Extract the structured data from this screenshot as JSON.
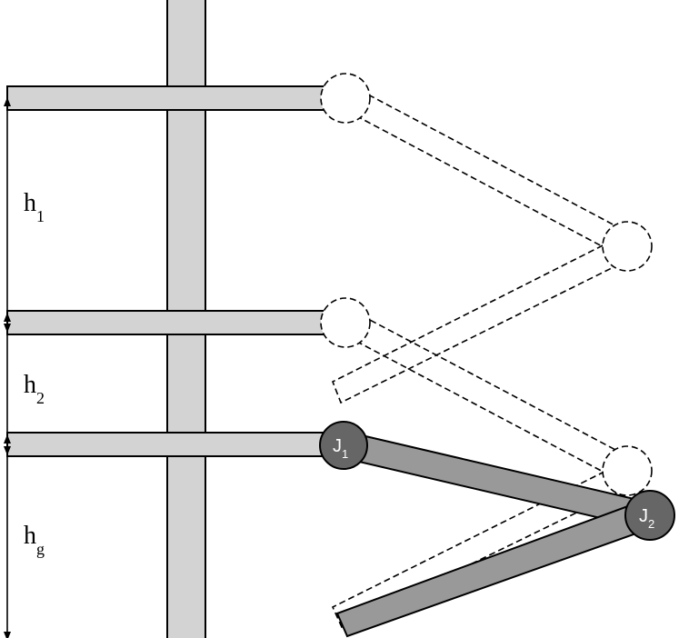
{
  "labels": {
    "h1": {
      "main": "h",
      "sub": "1"
    },
    "h2": {
      "main": "h",
      "sub": "2"
    },
    "hg": {
      "main": "h",
      "sub": "g"
    }
  },
  "joints": {
    "j1": {
      "main": "J",
      "sub": "1"
    },
    "j2": {
      "main": "J",
      "sub": "2"
    }
  },
  "colors": {
    "column_fill": "#d3d3d3",
    "arm_fill": "#d3d3d3",
    "link_fill": "#999999",
    "joint_fill": "#666666",
    "stroke": "#000000",
    "joint_text": "#ffffff"
  }
}
